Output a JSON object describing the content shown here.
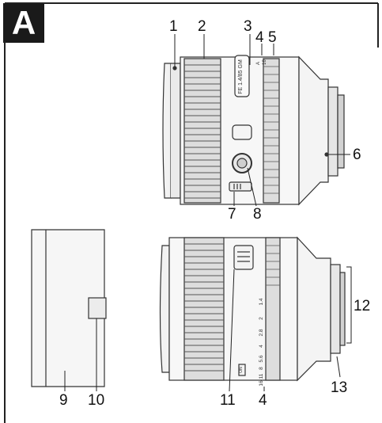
{
  "section_letter": "A",
  "callouts": [
    "1",
    "2",
    "3",
    "4",
    "5",
    "6",
    "7",
    "8",
    "9",
    "10",
    "11",
    "4",
    "12",
    "13"
  ],
  "lens_engraving": {
    "model": "FE 1.4/85 GM",
    "ring_marks": [
      "A",
      "16"
    ],
    "aperture_scale": [
      "1.4",
      "2",
      "2.8",
      "4",
      "5.6",
      "8",
      "11",
      "16"
    ],
    "switch_mark": "ON"
  }
}
